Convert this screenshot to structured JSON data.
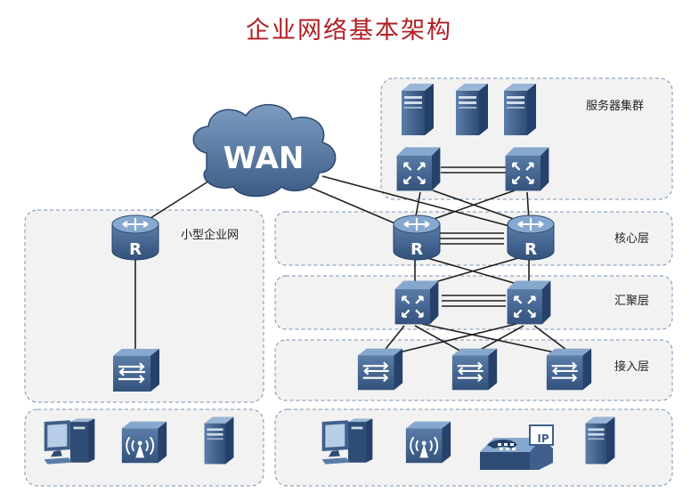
{
  "title": "企业网络基本架构",
  "wan": {
    "label": "WAN"
  },
  "small_enterprise": {
    "label": "小型企业网"
  },
  "zones": {
    "server_cluster": "服务器集群",
    "core_layer": "核心层",
    "aggregation_layer": "汇聚层",
    "access_layer": "接入层"
  },
  "devices": {
    "router_letter": "R",
    "ip_phone_badge": "IP"
  },
  "colors": {
    "title": "#b01e23",
    "device_blue": "#3f5f8c",
    "device_top": "#7fa3cc",
    "wan_cloud": "#4d6f98",
    "zone_fill": "#f2f2f2",
    "zone_border": "#6f8fae"
  }
}
